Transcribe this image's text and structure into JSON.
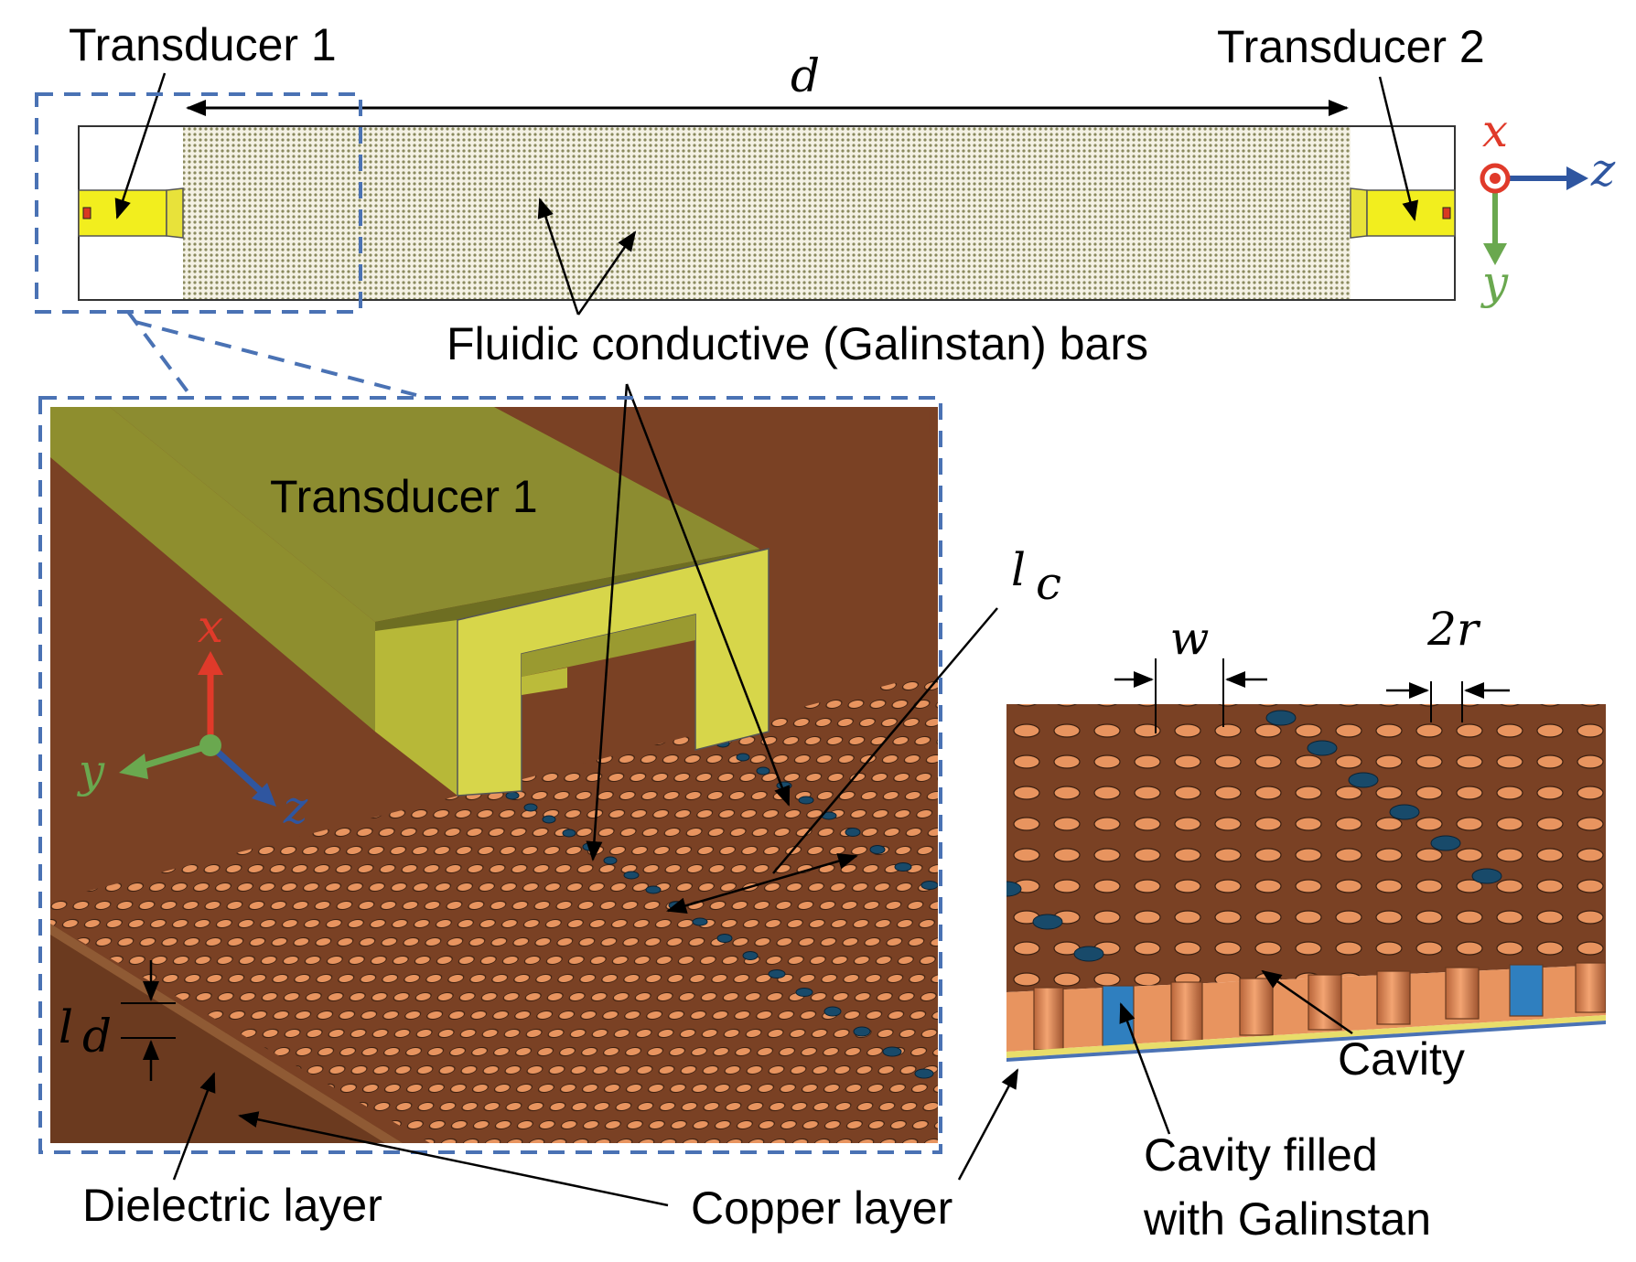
{
  "labels": {
    "transducer1_top": "Transducer 1",
    "transducer2_top": "Transducer 2",
    "distance": "d",
    "galinstan_bars": "Fluidic conductive (Galinstan) bars",
    "transducer1_zoom": "Transducer 1",
    "lc": "l",
    "lc_sub": "c",
    "ld": "l",
    "ld_sub": "d",
    "w": "w",
    "two_r": "2r",
    "cavity": "Cavity",
    "cavity_filled_1": "Cavity filled",
    "cavity_filled_2": "with Galinstan",
    "dielectric": "Dielectric layer",
    "copper": "Copper layer"
  },
  "axes_top": {
    "x": "x",
    "y": "y",
    "z": "z"
  },
  "axes_zoom": {
    "x": "x",
    "y": "y",
    "z": "z"
  },
  "colors": {
    "copper_plate": "#7a4124",
    "copper_hole": "#e8945f",
    "galinstan": "#184a6a",
    "galinstan_side": "#2f7fbf",
    "transducer": "#d8d64a",
    "transducer_dark": "#8e8e2e",
    "callout": "#4a72b4",
    "axis_x": "#e03a2a",
    "axis_y": "#6aa84f",
    "axis_z": "#2f56a0"
  }
}
